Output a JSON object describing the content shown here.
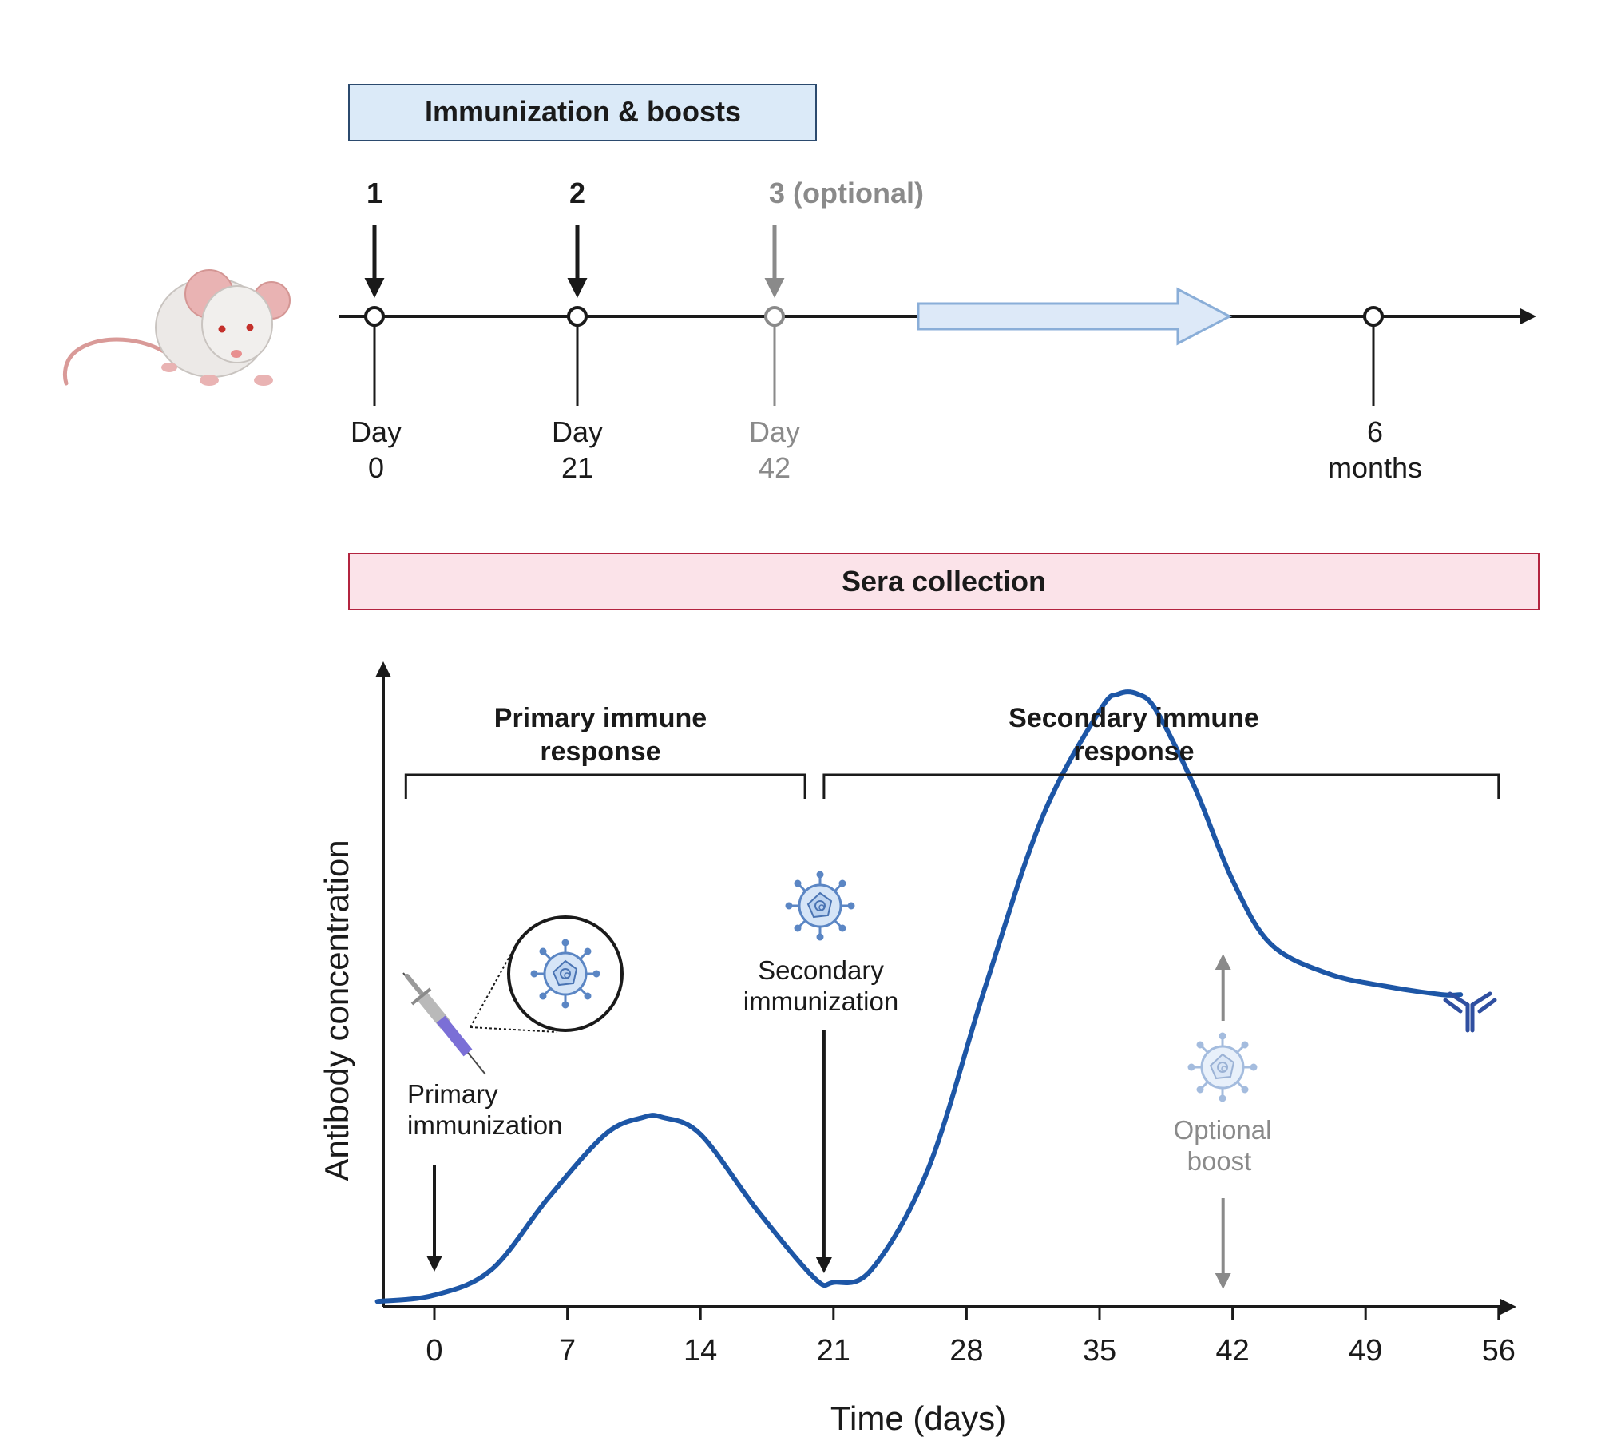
{
  "top_panel": {
    "banner_label": "Immunization & boosts",
    "doses": [
      {
        "number": "1",
        "label_line1": "Day",
        "label_line2": "0"
      },
      {
        "number": "2",
        "label_line1": "Day",
        "label_line2": "21"
      },
      {
        "number": "3 (optional)",
        "label_line1": "Day",
        "label_line2": "42"
      }
    ],
    "endpoint": {
      "label_line1": "6",
      "label_line2": "months"
    }
  },
  "sera_banner_label": "Sera collection",
  "colors": {
    "immunization_banner_fill": "#dbeaf8",
    "immunization_banner_stroke": "#2b4a6e",
    "sera_banner_fill": "#fbe3e9",
    "sera_banner_stroke": "#b3243f",
    "curve": "#1d56a6",
    "optional_gray": "#8a8a8a",
    "timeline": "#1a1a1a",
    "big_arrow_fill": "#dde9f8",
    "big_arrow_stroke": "#8aaed8"
  },
  "icons": [
    "mouse-icon",
    "syringe-icon",
    "virus-icon",
    "antibody-icon"
  ],
  "chart_data": {
    "type": "line",
    "xlabel": "Time (days)",
    "ylabel": "Antibody concentration",
    "xticks": [
      0,
      7,
      14,
      21,
      28,
      35,
      42,
      49,
      56
    ],
    "xlim": [
      -3,
      56
    ],
    "grid": false,
    "series": [
      {
        "x": [
          -3,
          0,
          3,
          6,
          9,
          11,
          12,
          14,
          17,
          20,
          21,
          23,
          26,
          29,
          32,
          35,
          36,
          37,
          38,
          40,
          42,
          44,
          47,
          50,
          53,
          54
        ],
        "y": [
          0.5,
          2,
          8,
          25,
          40,
          44,
          44,
          40,
          22,
          6,
          5,
          8,
          32,
          75,
          115,
          140,
          144,
          144,
          140,
          122,
          100,
          85,
          78,
          75,
          73,
          73
        ]
      }
    ],
    "annotations": {
      "brackets": [
        {
          "label": "Primary immune response",
          "x_range": [
            -1.5,
            19.5
          ]
        },
        {
          "label": "Secondary immune response",
          "x_range": [
            20.5,
            56
          ]
        }
      ],
      "events": [
        {
          "label_line1": "Primary",
          "label_line2": "immunization",
          "x": 0
        },
        {
          "label_line1": "Secondary",
          "label_line2": "immunization",
          "x": 20.5
        },
        {
          "label_line1": "Optional",
          "label_line2": "boost",
          "x": 41.5
        }
      ]
    }
  }
}
